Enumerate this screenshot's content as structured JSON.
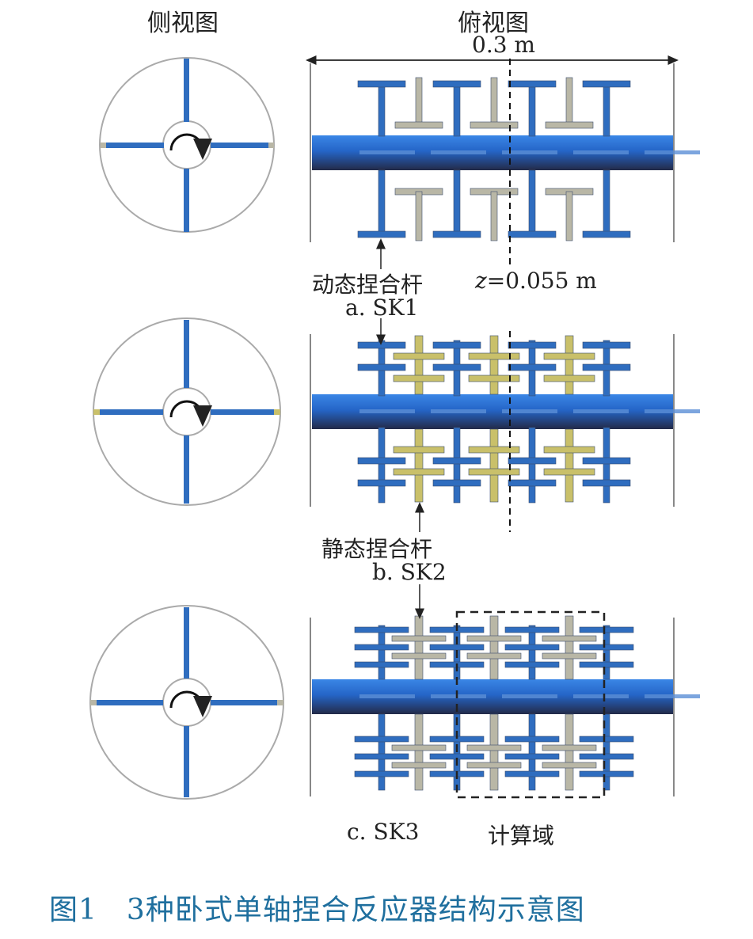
{
  "headers": {
    "side_view": "侧视图",
    "top_view": "俯视图"
  },
  "dimension": {
    "width": "0.3 m"
  },
  "z_label": {
    "var": "z",
    "value": "=0.055 m"
  },
  "labels": {
    "dynamic_bar": "动态捏合杆",
    "static_bar": "静态捏合杆",
    "compute_domain": "计算域"
  },
  "panels": [
    {
      "id": "a",
      "caption": "a. SK1"
    },
    {
      "id": "b",
      "caption": "b. SK2"
    },
    {
      "id": "c",
      "caption": "c. SK3"
    }
  ],
  "figure_caption": "图1　3种卧式单轴捏合反应器结构示意图",
  "colors": {
    "shaft": "#2f6fc9",
    "dynamic_bar": "#2f6dbf",
    "static_gray": "#b9b7a6",
    "static_yellow": "#c9c06a",
    "caption": "#1f6f9e"
  }
}
